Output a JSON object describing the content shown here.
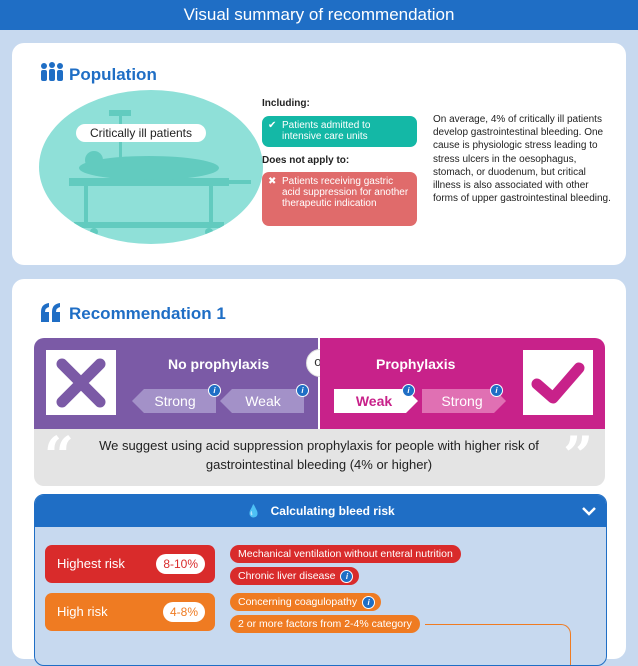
{
  "header": {
    "title": "Visual summary of recommendation"
  },
  "population": {
    "title": "Population",
    "image_label": "Critically ill patients",
    "including_label": "Including:",
    "including_items": [
      "Patients admitted to intensive care units"
    ],
    "exclude_label": "Does not apply to:",
    "exclude_items": [
      "Patients receiving gastric acid suppression for another therapeutic indication"
    ],
    "description": "On average, 4% of critically ill patients develop gastrointestinal bleeding. One cause is physiologic stress leading to stress ulcers in the oesophagus, stomach, or duodenum, but critical illness is also associated with other forms of upper gastrointestinal bleeding."
  },
  "recommendation": {
    "title": "Recommendation 1",
    "left_option": {
      "label": "No prophylaxis",
      "strong": "Strong",
      "weak": "Weak"
    },
    "or_label": "or",
    "right_option": {
      "label": "Prophylaxis",
      "weak": "Weak",
      "strong": "Strong"
    },
    "suggestion": "We suggest using acid suppression prophylaxis for people with higher risk of gastrointestinal bleeding (4% or higher)",
    "risk_panel": {
      "title": "Calculating bleed risk",
      "levels": [
        {
          "label": "Highest risk",
          "pct": "8-10%",
          "color": "#d92b2b",
          "factors": [
            "Mechanical ventilation without enteral nutrition",
            "Chronic liver disease"
          ]
        },
        {
          "label": "High risk",
          "pct": "4-8%",
          "color": "#ef7b22",
          "factors": [
            "Concerning coagulopathy",
            "2 or more factors from 2-4% category"
          ]
        }
      ]
    }
  },
  "colors": {
    "header_blue": "#1f6ec5",
    "teal": "#14b8a6",
    "red_pill": "#e06b6b",
    "purple": "#7b5aa6",
    "magenta": "#c8228a"
  }
}
